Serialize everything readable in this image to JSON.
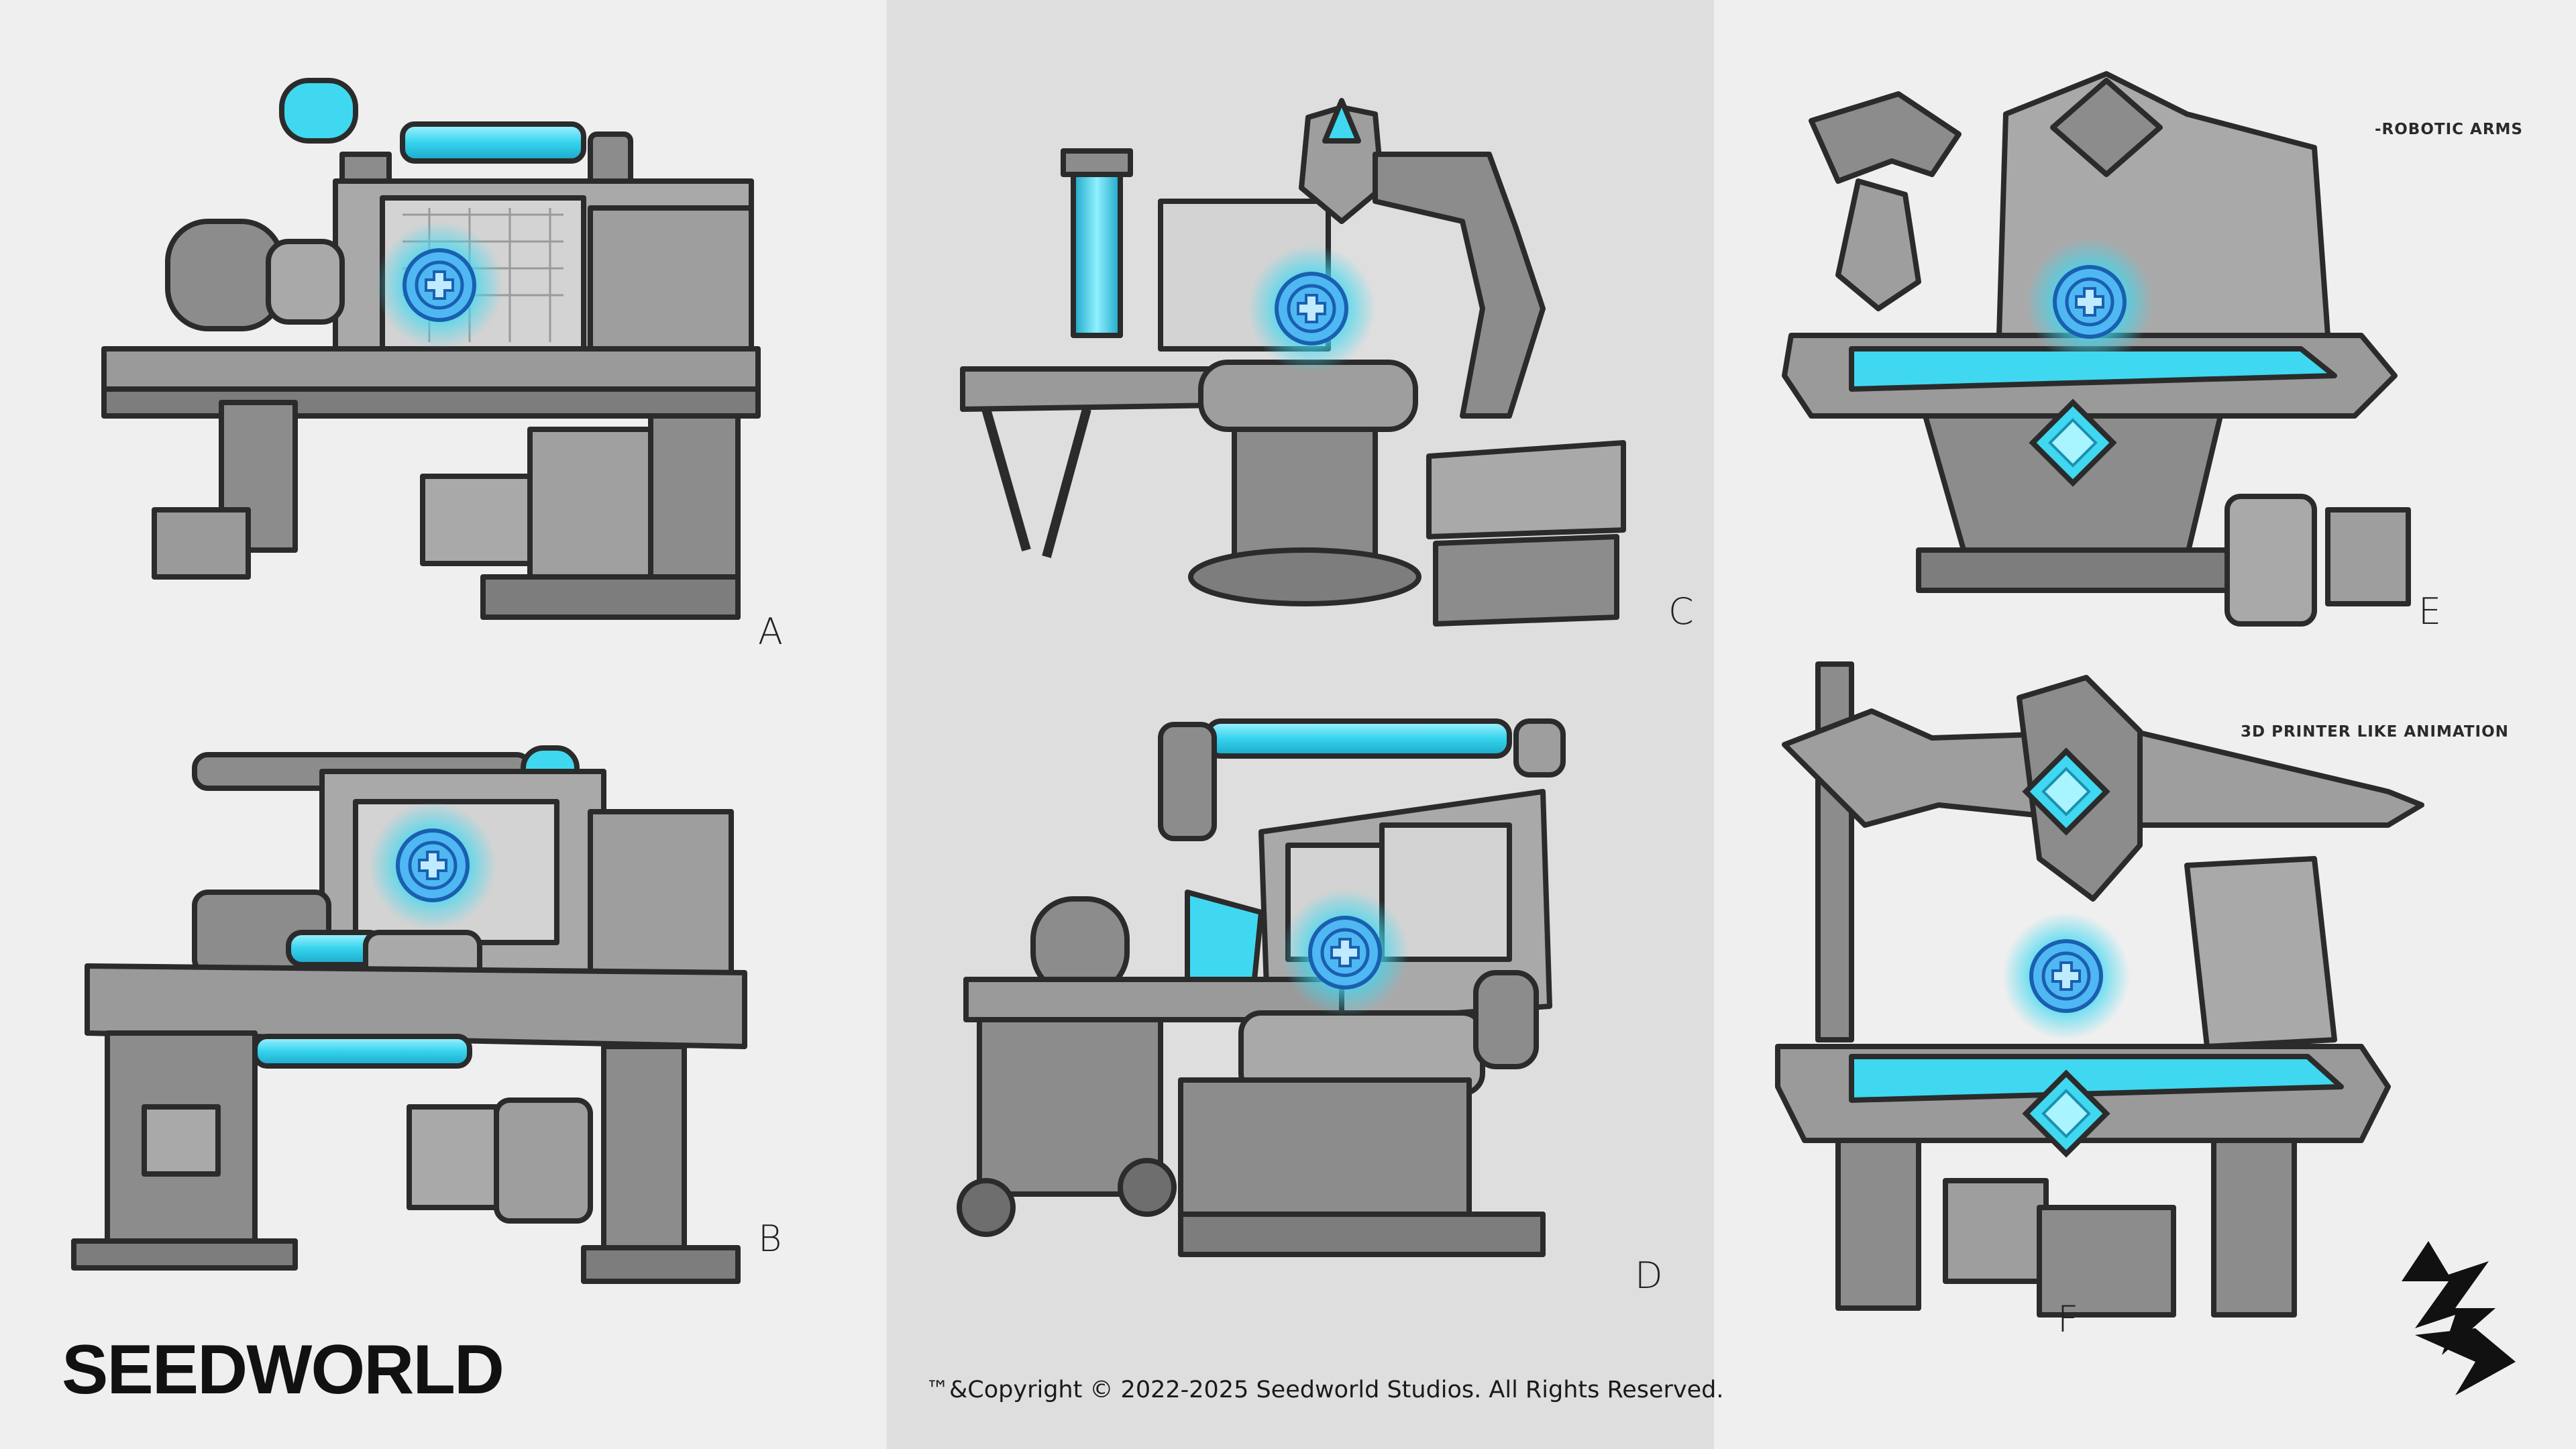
{
  "brand": {
    "wordmark": "SEEDWORLD"
  },
  "copyright": "™&Copyright © 2022-2025 Seedworld Studios. All Rights Reserved.",
  "variants": [
    {
      "letter": "A"
    },
    {
      "letter": "B"
    },
    {
      "letter": "C"
    },
    {
      "letter": "D"
    },
    {
      "letter": "E",
      "note": "-ROBOTIC ARMS"
    },
    {
      "letter": "F",
      "note": "3D PRINTER LIKE ANIMATION"
    }
  ],
  "colors": {
    "background_side": "#efefef",
    "background_middle": "#dedede",
    "metal_light": "#a9a9a9",
    "metal_mid": "#8c8c8c",
    "metal_dark": "#6e6e6e",
    "outline": "#2b2b2b",
    "glow_cyan": "#3fd8f0",
    "orb_blue": "#2f8fe0"
  },
  "icons": [
    "seedworld-logo-icon",
    "hologram-orb-icon"
  ]
}
